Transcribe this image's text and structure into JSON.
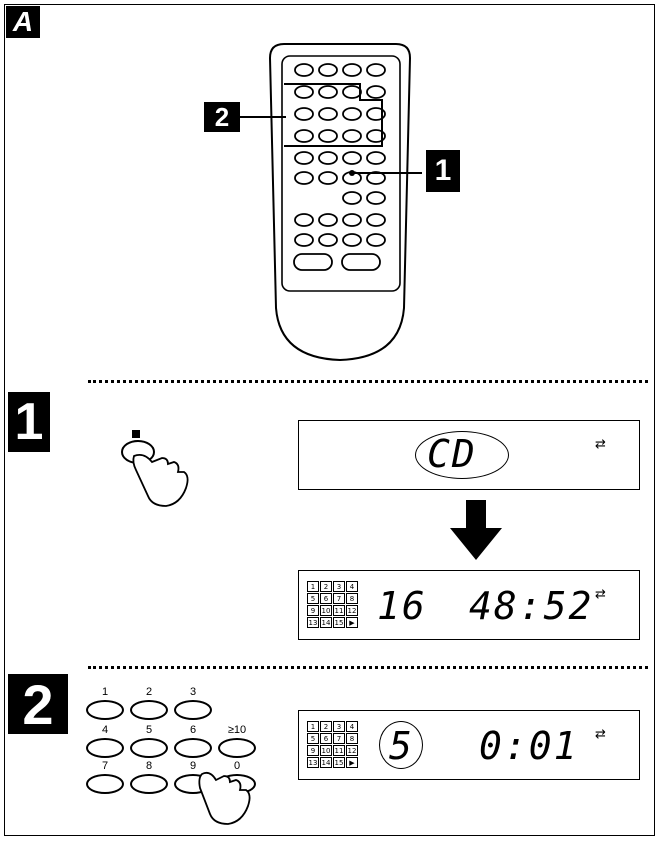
{
  "figure_label": "A",
  "callouts": {
    "one": "1",
    "two": "2"
  },
  "step1": {
    "badge": "1",
    "display_before": "CD",
    "display_after": {
      "track": "16",
      "time": "48:52"
    },
    "repeat_symbol": "⇄"
  },
  "step2": {
    "badge": "2",
    "keys": [
      "1",
      "2",
      "3",
      "4",
      "5",
      "6",
      "≥10",
      "7",
      "8",
      "9",
      "0"
    ],
    "display": {
      "track": "5",
      "time": "0:01"
    },
    "repeat_symbol": "⇄"
  },
  "calendar_cells": [
    "1",
    "2",
    "3",
    "4",
    "5",
    "6",
    "7",
    "8",
    "9",
    "10",
    "11",
    "12",
    "13",
    "14",
    "15",
    "▶"
  ],
  "icons": [
    "remote-control-icon",
    "hand-pointer-icon",
    "down-arrow-icon",
    "stop-button-icon"
  ]
}
